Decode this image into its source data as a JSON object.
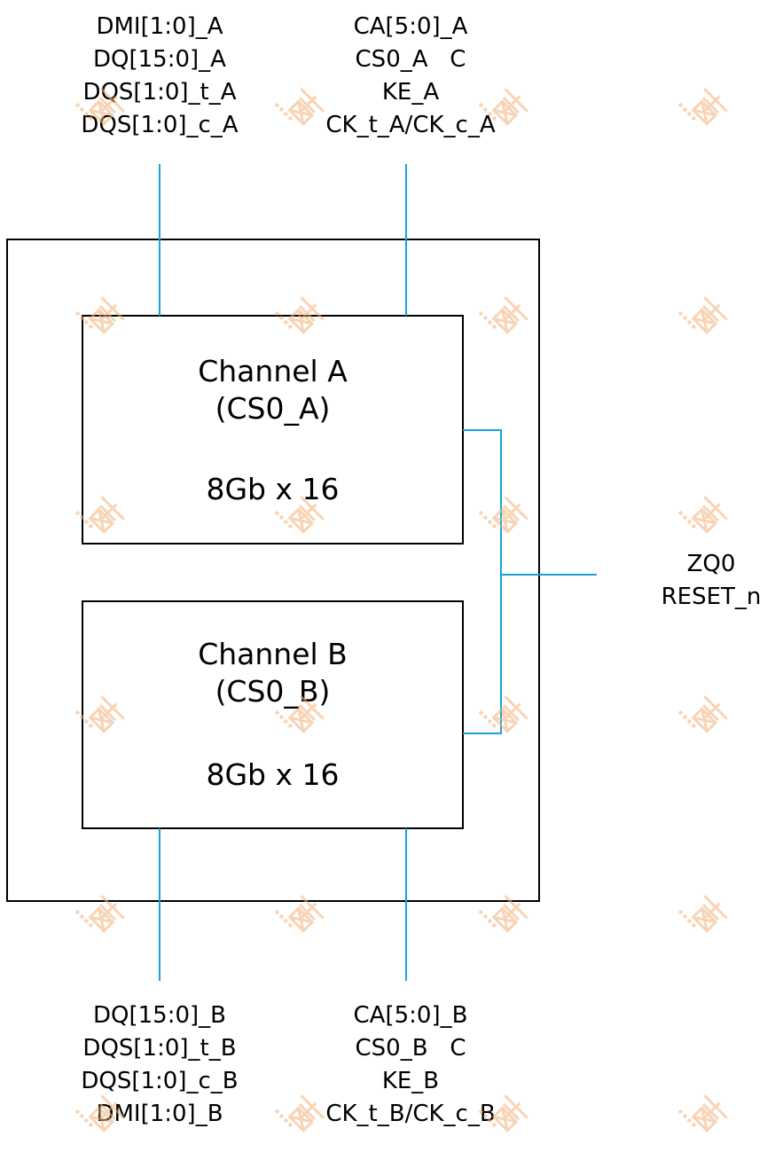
{
  "top_left_signals": [
    "DMI[1:0]_A",
    "DQ[15:0]_A",
    "DQS[1:0]_t_A",
    "DQS[1:0]_c_A"
  ],
  "top_right_signals": [
    "CA[5:0]_A",
    "CS0_A   C",
    "KE_A",
    "CK_t_A/CK_c_A"
  ],
  "bottom_left_signals": [
    "DQ[15:0]_B",
    "DQS[1:0]_t_B",
    "DQS[1:0]_c_B",
    "DMI[1:0]_B"
  ],
  "bottom_right_signals": [
    "CA[5:0]_B",
    "CS0_B   C",
    "KE_B",
    "CK_t_B/CK_c_B"
  ],
  "shared_signals": [
    "ZQ0",
    "RESET_n"
  ],
  "channel_a": {
    "name": "Channel A",
    "cs": "(CS0_A)",
    "density": "8Gb x 16"
  },
  "channel_b": {
    "name": "Channel B",
    "cs": "(CS0_B)",
    "density": "8Gb x 16"
  },
  "colors": {
    "wire": "#1ca3d6",
    "box": "#000000",
    "watermark": "#f2b27a"
  },
  "watermark_icon": "16rd-watermark-icon"
}
